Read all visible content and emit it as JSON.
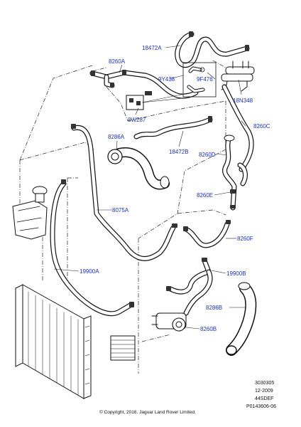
{
  "part_labels": {
    "p18472A": "18472A",
    "p8260A": "8260A",
    "p9Y438": "9Y438",
    "p9F476": "9F476",
    "p18N348": "18N348",
    "p8W287": "8W287",
    "p8260C": "8260C",
    "p8286A": "8286A",
    "p18472B": "18472B",
    "p8260D": "8260D",
    "p8260E": "8260E",
    "p8075A": "8075A",
    "p8260F": "8260F",
    "p19900A": "19900A",
    "p19900B": "19900B",
    "p8286B": "8286B",
    "p8260B": "8260B"
  },
  "reference": {
    "line1": "3030305",
    "line2": "12-2009",
    "line3": "44SDEF",
    "line4": "P0143606-06"
  },
  "copyright": "© Copyright, 2016. Jaguar Land Rover Limited.",
  "colors": {
    "label": "#1a2fd6",
    "line": "#111111",
    "background": "#ffffff"
  }
}
